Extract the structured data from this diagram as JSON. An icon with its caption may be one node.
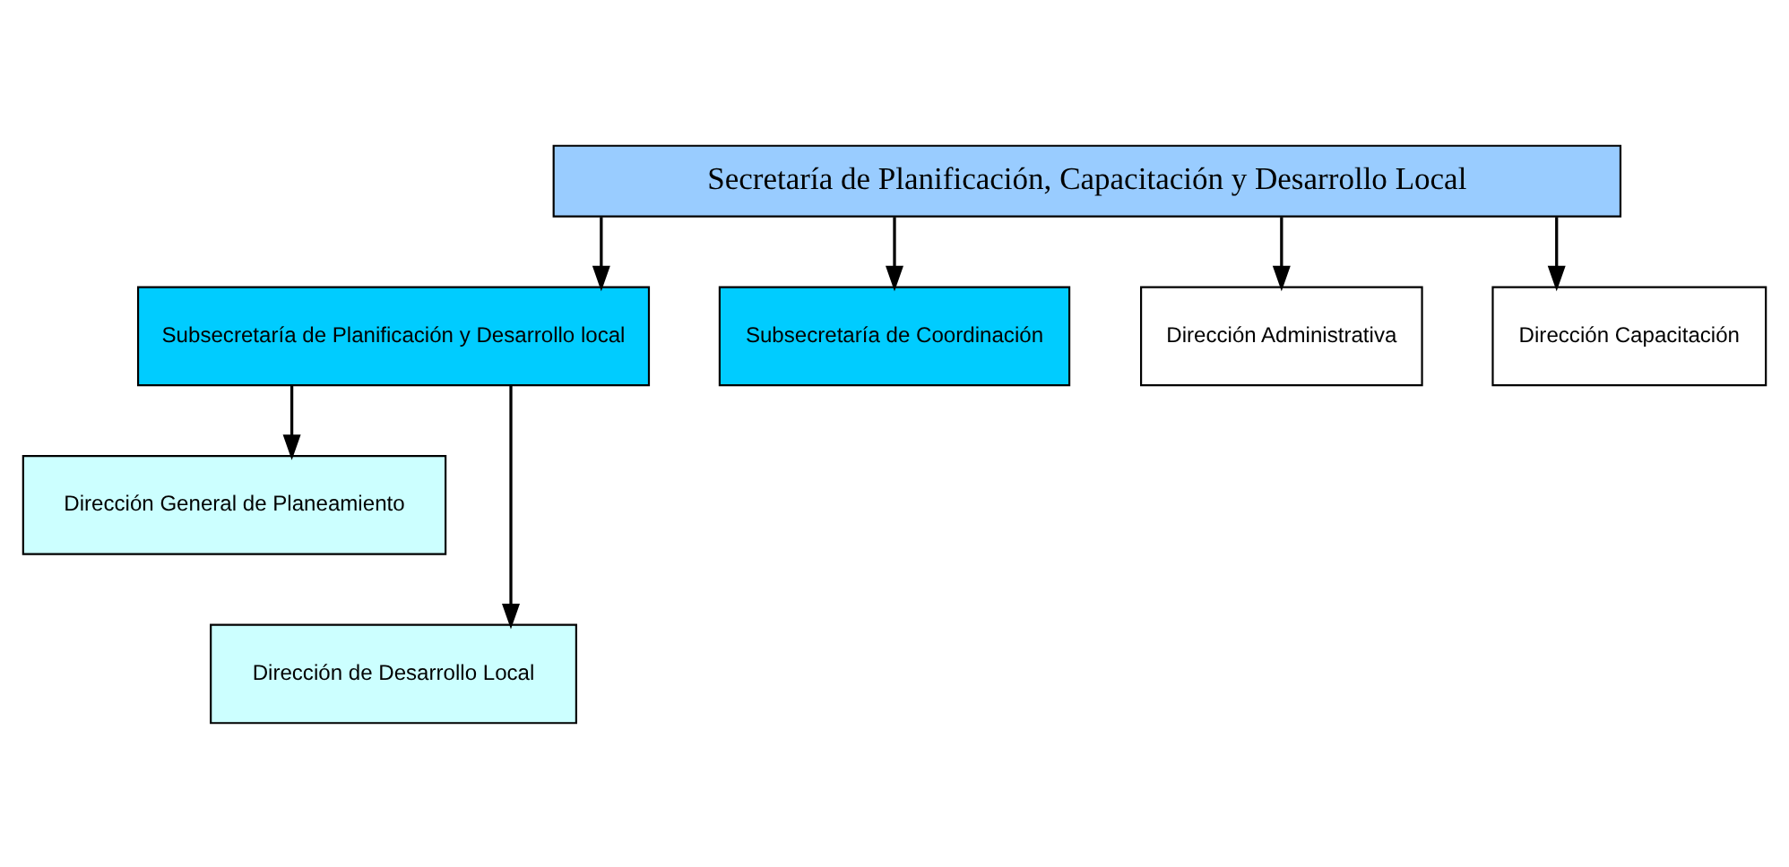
{
  "diagram": {
    "nodes": [
      {
        "text": [
          "Secretaría de Planificación, Capacitación y Desarrollo Local"
        ]
      },
      {
        "text": [
          "Subsecretaría de Planificación y Desarrollo local"
        ]
      },
      {
        "text": [
          "Subsecretaría de Coordinación"
        ]
      },
      {
        "text": [
          "Dirección Administrativa"
        ]
      },
      {
        "text": [
          "Dirección Capacitación"
        ]
      },
      {
        "text": [
          "Dirección General de Planeamiento"
        ]
      },
      {
        "text": [
          "Dirección de Desarrollo Local"
        ]
      }
    ],
    "edges": [
      {
        "from": 0,
        "to": 1,
        "arrow": "to"
      },
      {
        "from": 0,
        "to": 2,
        "arrow": "to"
      },
      {
        "from": 0,
        "to": 3,
        "arrow": "to"
      },
      {
        "from": 0,
        "to": 4,
        "arrow": "to"
      },
      {
        "from": 1,
        "to": 5,
        "arrow": "to"
      },
      {
        "from": 1,
        "to": 6,
        "arrow": "to"
      }
    ]
  }
}
